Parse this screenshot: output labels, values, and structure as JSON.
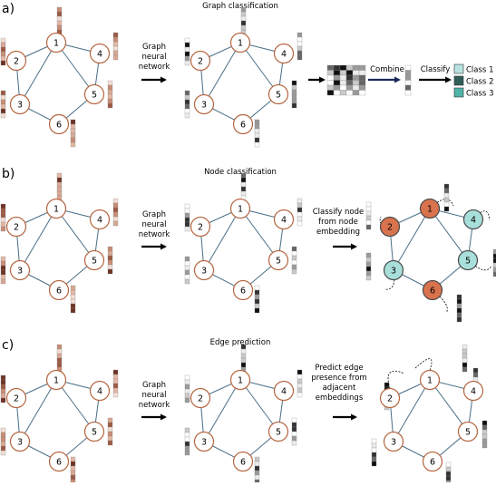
{
  "panels": [
    {
      "letter": "a)",
      "title": "Graph classification",
      "gnn_label": [
        "Graph",
        "neural",
        "network"
      ],
      "combine_label": "Combine",
      "classify_label": "Classify",
      "legend": [
        {
          "label": "Class 1",
          "color": "#b7e3e0"
        },
        {
          "label": "Class 2",
          "color": "#2f5e5a"
        },
        {
          "label": "Class 3",
          "color": "#4fb3a7"
        }
      ]
    },
    {
      "letter": "b)",
      "title": "Node classification",
      "gnn_label": [
        "Graph",
        "neural",
        "network"
      ],
      "step_label": [
        "Classify node",
        "from node",
        "embedding"
      ]
    },
    {
      "letter": "c)",
      "title": "Edge prediction",
      "gnn_label": [
        "Graph",
        "neural",
        "network"
      ],
      "step_label": [
        "Predict edge",
        "presence from",
        "adjacent",
        "embeddings"
      ]
    }
  ],
  "node_labels": [
    "1",
    "2",
    "3",
    "4",
    "5",
    "6"
  ],
  "colors": {
    "node_stroke": "#b5653f",
    "edge": "#4a6f86",
    "input_feature": "#b0705a",
    "embedding": "#6e6e6e",
    "class_orange": "#d8734e",
    "class_teal": "#a9dfdb",
    "arrow": "#000000",
    "combine_arrow": "#1a2a5a"
  }
}
